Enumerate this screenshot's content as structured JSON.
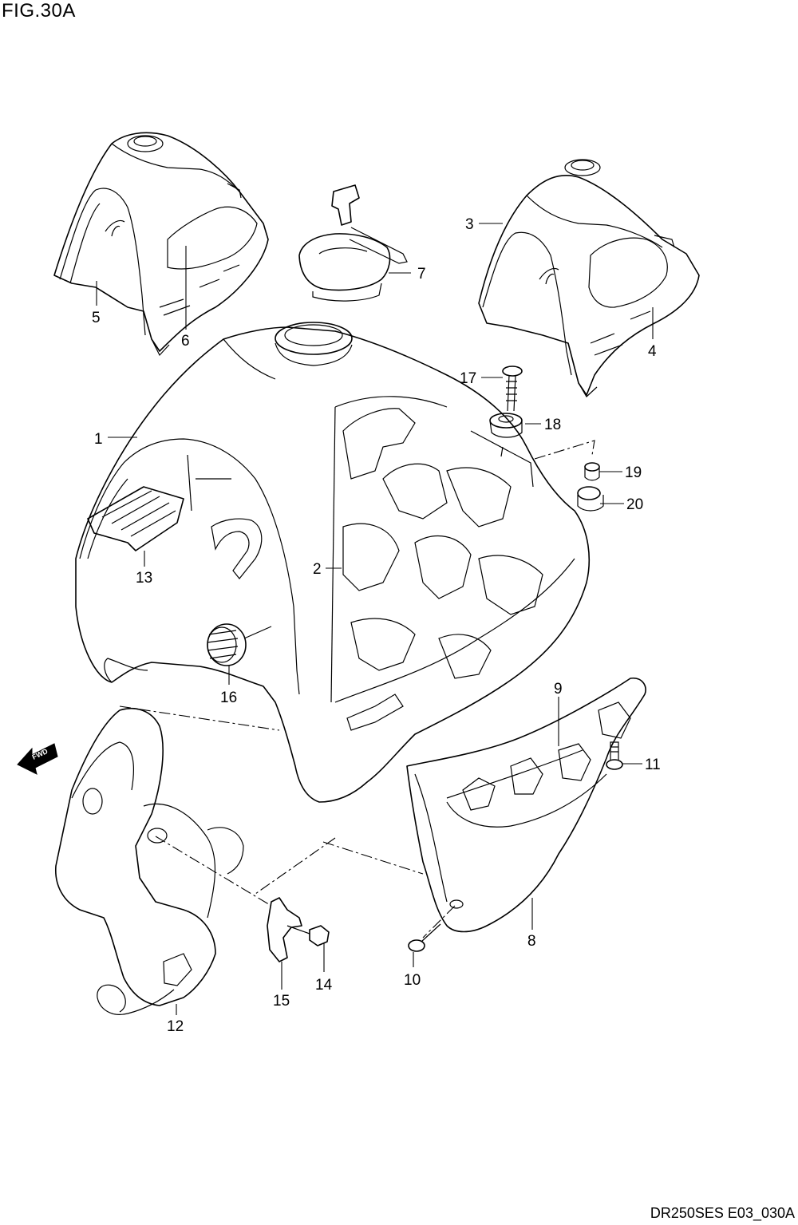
{
  "figure": {
    "title": "FIG.30A",
    "doc_code": "DR250SES E03_030A",
    "fwd_label": "FWD"
  },
  "callouts": [
    {
      "id": "1",
      "part": "fuel-tank"
    },
    {
      "id": "2",
      "part": "tank-decal"
    },
    {
      "id": "3",
      "part": "tank-variant-right"
    },
    {
      "id": "4",
      "part": "right-decal-variant"
    },
    {
      "id": "5",
      "part": "tank-variant-left"
    },
    {
      "id": "6",
      "part": "left-decal-variant"
    },
    {
      "id": "7",
      "part": "fuel-cap"
    },
    {
      "id": "8",
      "part": "side-cover"
    },
    {
      "id": "9",
      "part": "side-cover-decal"
    },
    {
      "id": "10",
      "part": "bolt"
    },
    {
      "id": "11",
      "part": "bolt"
    },
    {
      "id": "12",
      "part": "tank-shroud"
    },
    {
      "id": "13",
      "part": "cushion"
    },
    {
      "id": "14",
      "part": "screw"
    },
    {
      "id": "15",
      "part": "clip"
    },
    {
      "id": "16",
      "part": "fuel-cock-knob"
    },
    {
      "id": "17",
      "part": "bolt"
    },
    {
      "id": "18",
      "part": "cushion"
    },
    {
      "id": "19",
      "part": "collar"
    },
    {
      "id": "20",
      "part": "cushion"
    }
  ]
}
